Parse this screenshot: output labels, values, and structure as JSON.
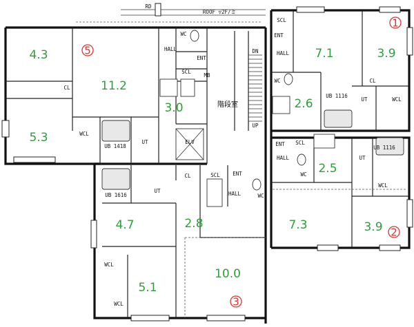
{
  "header": {
    "roof_label": "ROOF ▽2F/ミ",
    "rd_label": "RD"
  },
  "rooms": [
    {
      "id": "u5-west-upper",
      "area": "4.3"
    },
    {
      "id": "u5-west-lower",
      "area": "5.3"
    },
    {
      "id": "u5-main",
      "area": "11.2"
    },
    {
      "id": "u5-kitchen",
      "area": "3.0"
    },
    {
      "id": "u1-main",
      "area": "7.1"
    },
    {
      "id": "u1-east",
      "area": "3.9"
    },
    {
      "id": "u1-kitchen",
      "area": "2.6"
    },
    {
      "id": "u2-kitchen",
      "area": "2.5"
    },
    {
      "id": "u2-main",
      "area": "7.3"
    },
    {
      "id": "u2-east",
      "area": "3.9"
    },
    {
      "id": "u3-upper",
      "area": "4.7"
    },
    {
      "id": "u3-kitchen",
      "area": "2.8"
    },
    {
      "id": "u3-lower",
      "area": "5.1"
    },
    {
      "id": "u3-main",
      "area": "10.0"
    }
  ],
  "units": [
    {
      "id": "unit-1",
      "label": "1"
    },
    {
      "id": "unit-2",
      "label": "2"
    },
    {
      "id": "unit-3",
      "label": "3"
    },
    {
      "id": "unit-5",
      "label": "5"
    }
  ],
  "labels": {
    "wc": "WC",
    "ent": "ENT",
    "scl": "SCL",
    "hall": "HALL",
    "mb": "MB",
    "ut": "UT",
    "wcl": "WCL",
    "cl": "CL",
    "elv": "ELV",
    "stair": "階段室",
    "dn": "DN",
    "up": "UP",
    "ub_1418": "UB 1418",
    "ub_1116a": "UB 1116",
    "ub_1116b": "UB 1116",
    "ub_1616": "UB 1616"
  },
  "colors": {
    "area_text": "#2e9e3a",
    "unit_marker": "#e03030",
    "walls": "#111111"
  }
}
